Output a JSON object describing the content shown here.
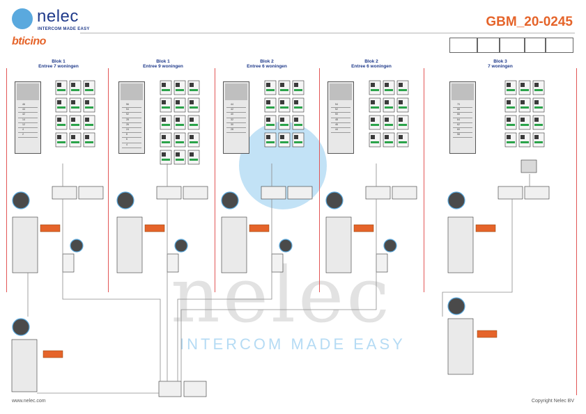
{
  "header": {
    "brand": "nelec",
    "tagline": "INTERCOM MADE EASY",
    "partner": "bticino",
    "doc_code": "GBM_20-0245"
  },
  "blocks": [
    {
      "title": "Blok 1",
      "subtitle": "Entree 7 woningen",
      "apartments": [
        "46",
        "44",
        "42",
        "14",
        "12",
        "4",
        "2"
      ]
    },
    {
      "title": "Blok 1",
      "subtitle": "Entree 9 woningen",
      "apartments": [
        "56",
        "54",
        "52",
        "28",
        "26",
        "24",
        "8",
        "6",
        "4"
      ]
    },
    {
      "title": "Blok 2",
      "subtitle": "Entree 6 woningen",
      "apartments": [
        "44",
        "42",
        "40",
        "32",
        "30",
        "28"
      ]
    },
    {
      "title": "Blok 2",
      "subtitle": "Entree 6 woningen",
      "apartments": [
        "54",
        "52",
        "50",
        "48",
        "46",
        "44"
      ]
    },
    {
      "title": "Blok 3",
      "subtitle": "7 woningen",
      "apartments": [
        "70",
        "68",
        "66",
        "64",
        "62",
        "60",
        "58"
      ]
    }
  ],
  "watermark": {
    "word": "nelec",
    "tagline": "INTERCOM MADE EASY"
  },
  "footer": {
    "url": "www.nelec.com",
    "copyright": "Copyright Nelec BV"
  },
  "colors": {
    "accent": "#e5642a",
    "brand_blue": "#1f3a8a",
    "divider": "#e25555",
    "wire": "#8a8a8a"
  }
}
